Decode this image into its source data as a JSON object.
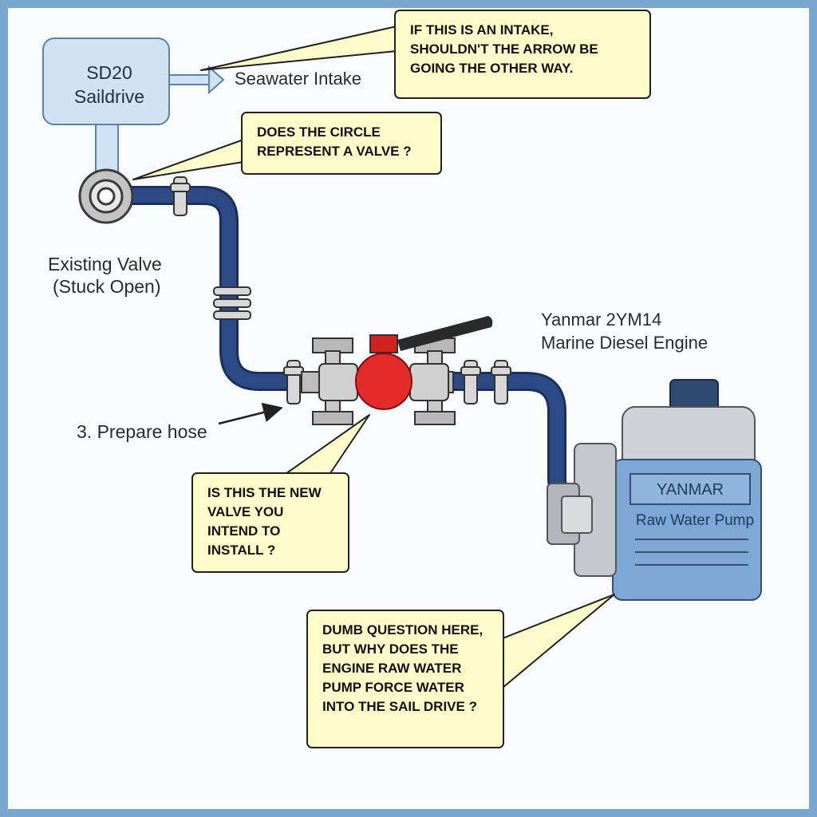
{
  "saildrive": {
    "line1": "SD20",
    "line2": "Saildrive"
  },
  "labels": {
    "seawater_intake": "Seawater Intake",
    "existing_valve_line1": "Existing Valve",
    "existing_valve_line2": "(Stuck Open)",
    "prepare_hose": "3. Prepare hose",
    "engine_line1": "Yanmar 2YM14",
    "engine_line2": "Marine Diesel Engine"
  },
  "pump": {
    "brand": "YANMAR",
    "name": "Raw Water Pump"
  },
  "notes": {
    "arrow_direction": "IF THIS IS AN INTAKE, SHOULDN'T THE ARROW BE GOING THE OTHER WAY.",
    "circle_valve": "DOES THE CIRCLE REPRESENT A VALVE ?",
    "new_valve": "IS THIS THE NEW VALVE YOU INTEND TO INSTALL ?",
    "pump_question": "DUMB QUESTION HERE, BUT WHY DOES THE ENGINE RAW WATER PUMP FORCE WATER INTO THE SAIL DRIVE ?"
  },
  "colors": {
    "frame": "#7aa7d0",
    "hose": "#2c4a86",
    "saildrive_fill": "#cfe3f3",
    "valve_handle_red": "#e32b2b",
    "note_fill": "#fdfbc9",
    "pump_fill": "#7ea7d6"
  }
}
